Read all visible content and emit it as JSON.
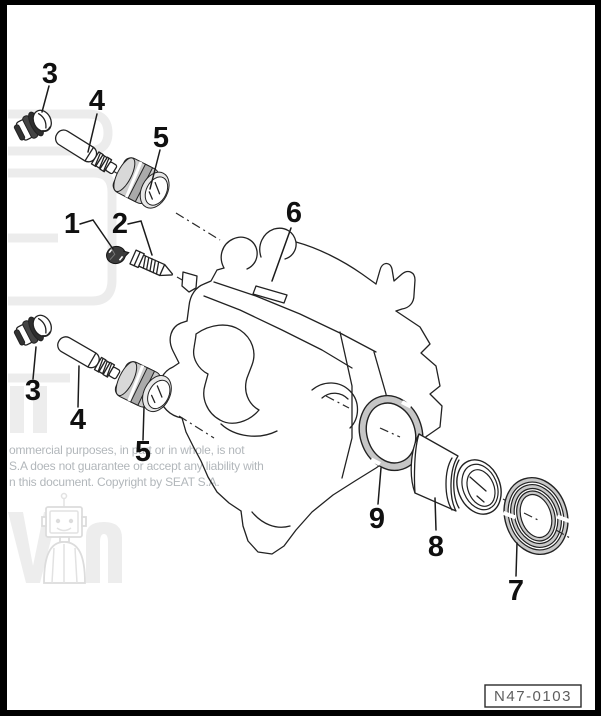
{
  "figure": {
    "code": "N47-0103",
    "callouts": [
      {
        "label": "3"
      },
      {
        "label": "4"
      },
      {
        "label": "5"
      },
      {
        "label": "1"
      },
      {
        "label": "2"
      },
      {
        "label": "6"
      },
      {
        "label": "3"
      },
      {
        "label": "4"
      },
      {
        "label": "5"
      },
      {
        "label": "9"
      },
      {
        "label": "8"
      },
      {
        "label": "7"
      }
    ],
    "watermark": {
      "lines": [
        "ommercial purposes, in part or in whole, is not",
        "S.A does not guarantee or accept any liability with",
        "n this document. Copyright by SEAT S.A."
      ]
    },
    "colors": {
      "line": "#222222",
      "shade": "#c6c6c6",
      "watermark_text": "#b2b7bb",
      "watermark_logo": "#ececec",
      "frame": "#000000"
    }
  }
}
